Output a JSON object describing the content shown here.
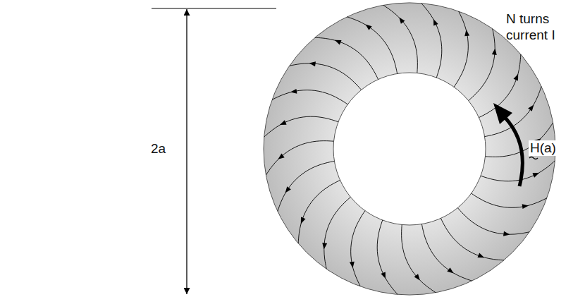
{
  "diagram": {
    "labels": [
      "N turns",
      "current I",
      "H(a)",
      "2a"
    ]
  }
}
